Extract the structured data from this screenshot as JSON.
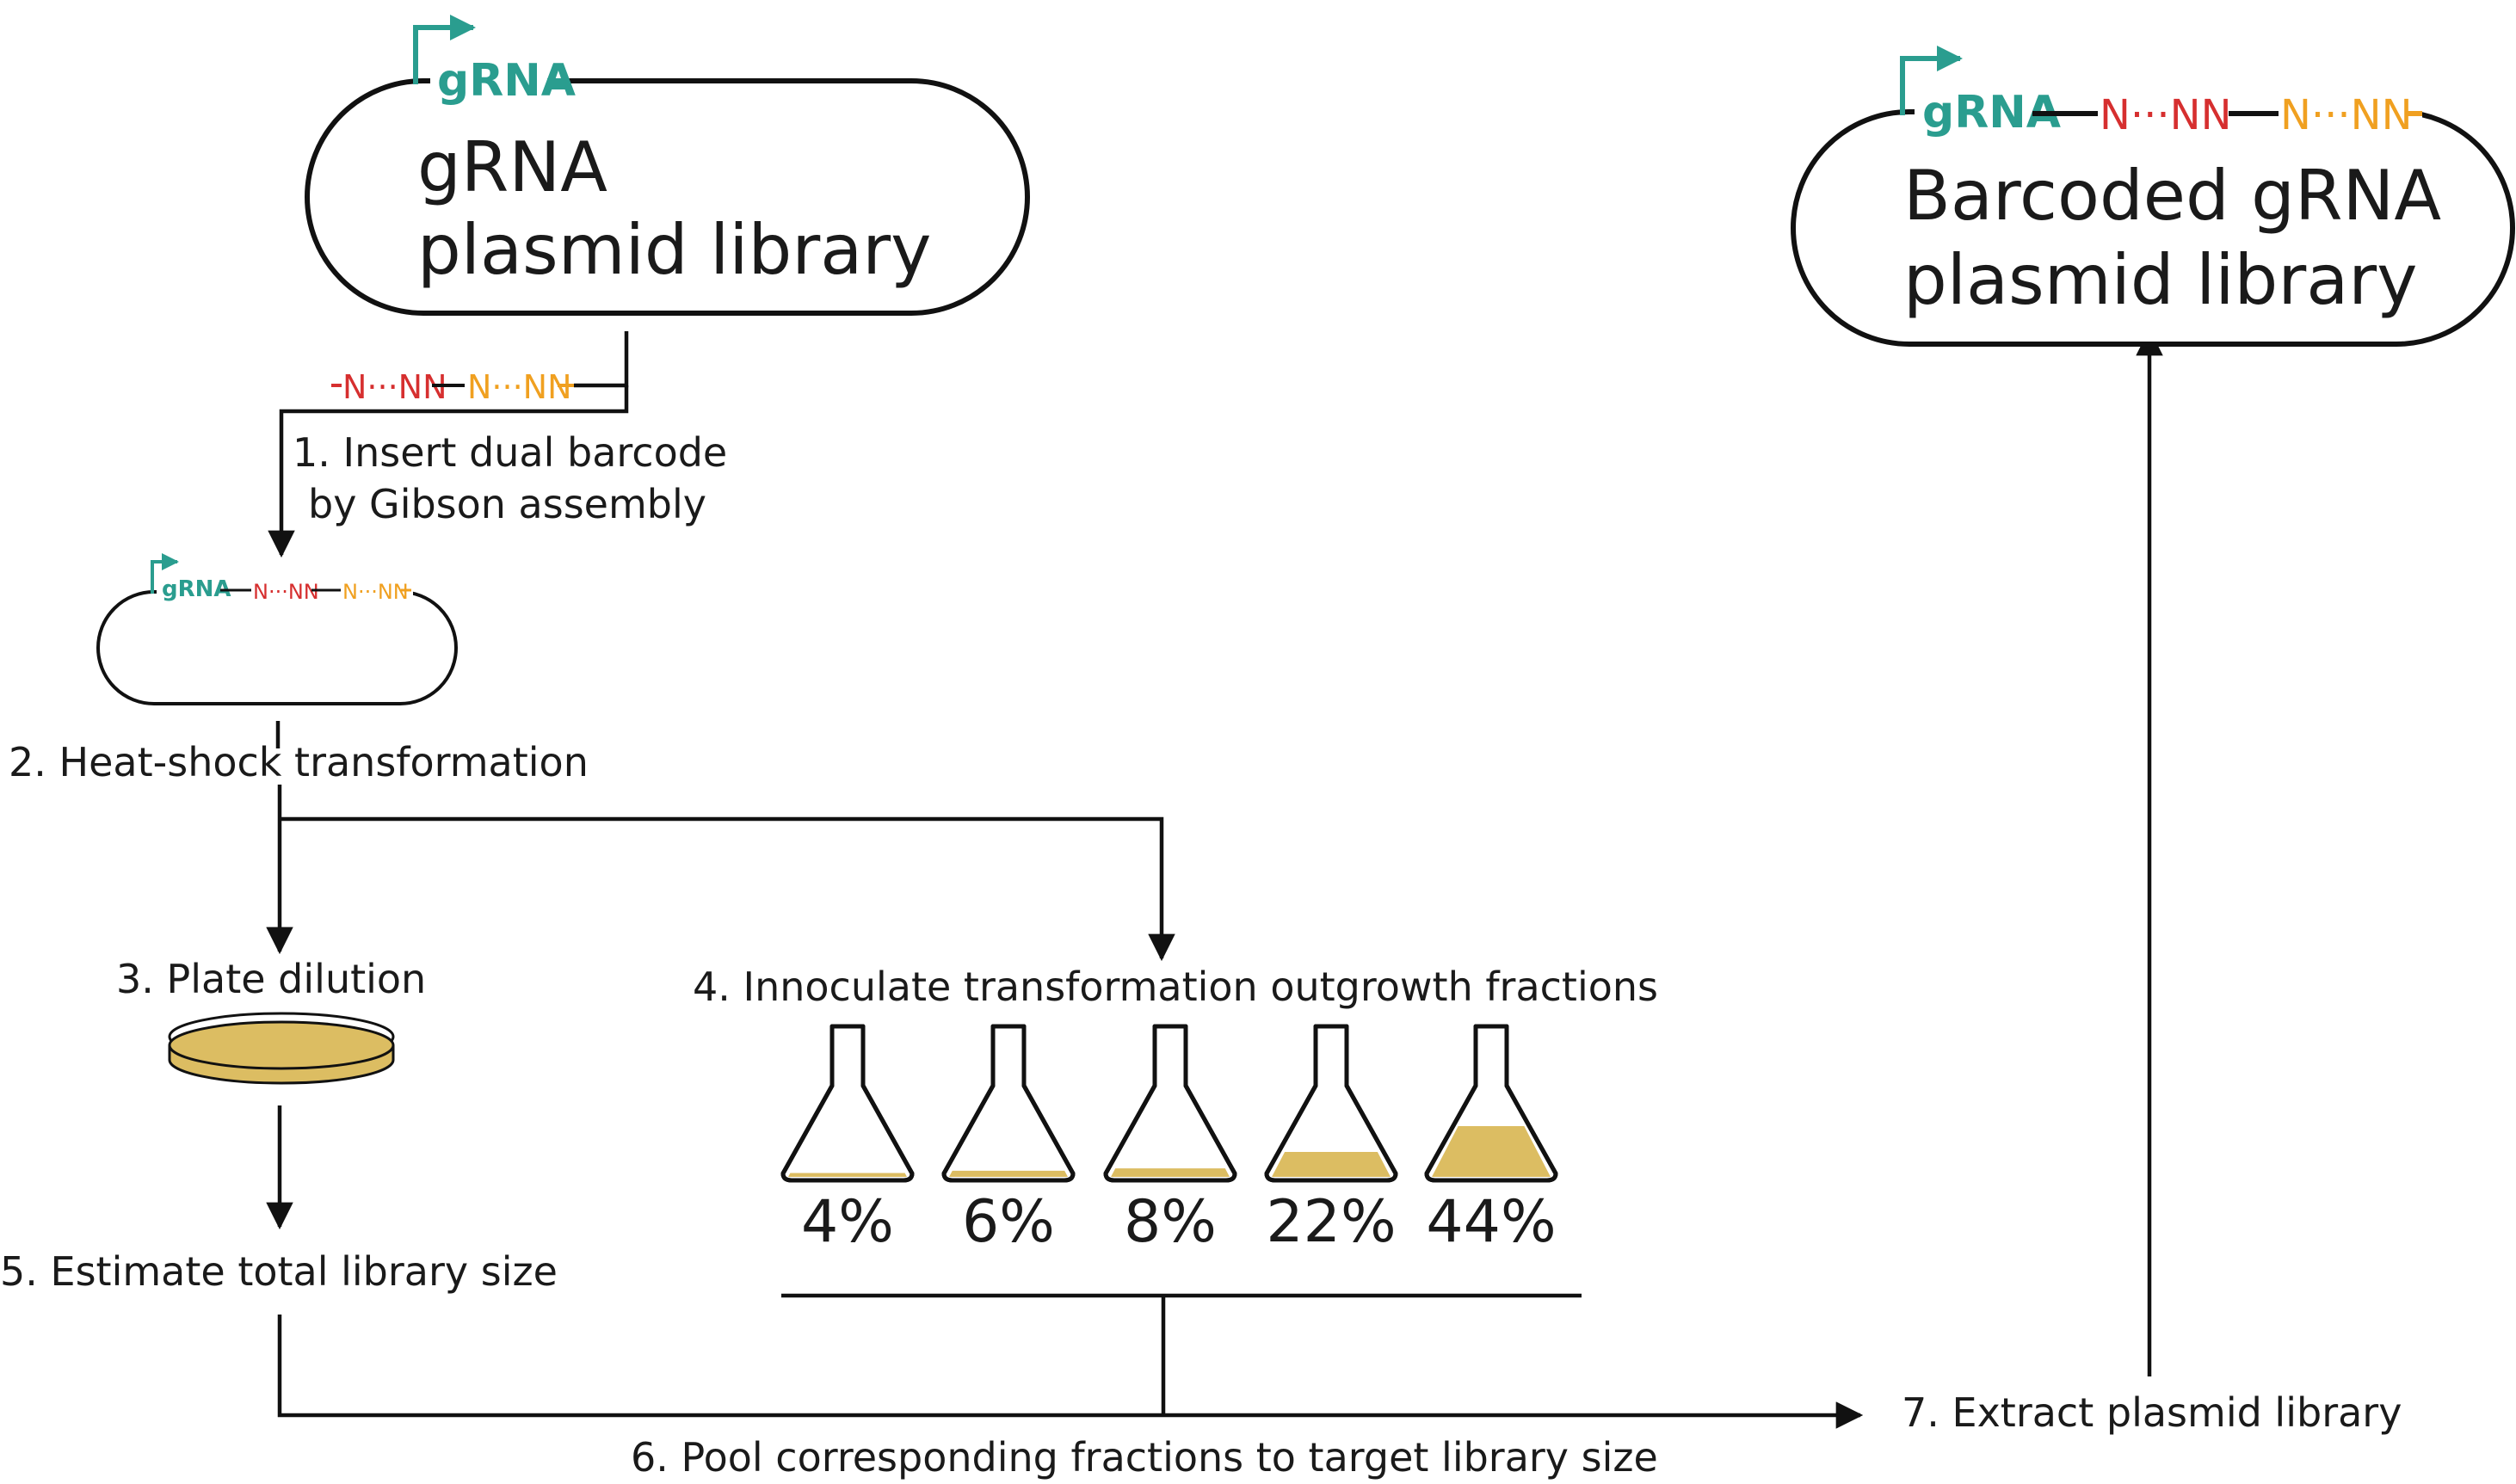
{
  "colors": {
    "grna": "#2a9d8f",
    "barcode_red": "#d62f2f",
    "barcode_orange": "#f0a020",
    "culture": "#dcbd62",
    "line": "#111111"
  },
  "icons": [
    "promoter-arrow-icon",
    "petri-dish-icon",
    "flask-icon",
    "arrowhead-icon"
  ],
  "plasmids": {
    "input": {
      "tag": "gRNA",
      "title_line1": "gRNA",
      "title_line2": "plasmid library"
    },
    "intermediate": {
      "tag": "gRNA",
      "barcode1": "N···NN",
      "barcode2": "N···NN"
    },
    "output": {
      "tag": "gRNA",
      "barcode1": "N···NN",
      "barcode2": "N···NN",
      "title_line1": "Barcoded gRNA",
      "title_line2": "plasmid library"
    }
  },
  "insert": {
    "barcode1": "N···NN",
    "barcode2": "N···NN"
  },
  "steps": {
    "s1_line1": "1. Insert dual barcode",
    "s1_line2": "by Gibson assembly",
    "s2": "2. Heat-shock transformation",
    "s3": "3. Plate dilution",
    "s4": "4. Innoculate transformation outgrowth fractions",
    "s5": "5.  Estimate total library size",
    "s6": "6. Pool corresponding fractions to target library size",
    "s7": "7. Extract plasmid library"
  },
  "fractions": [
    {
      "label": "4%",
      "value": 4
    },
    {
      "label": "6%",
      "value": 6
    },
    {
      "label": "8%",
      "value": 8
    },
    {
      "label": "22%",
      "value": 22
    },
    {
      "label": "44%",
      "value": 44
    }
  ]
}
